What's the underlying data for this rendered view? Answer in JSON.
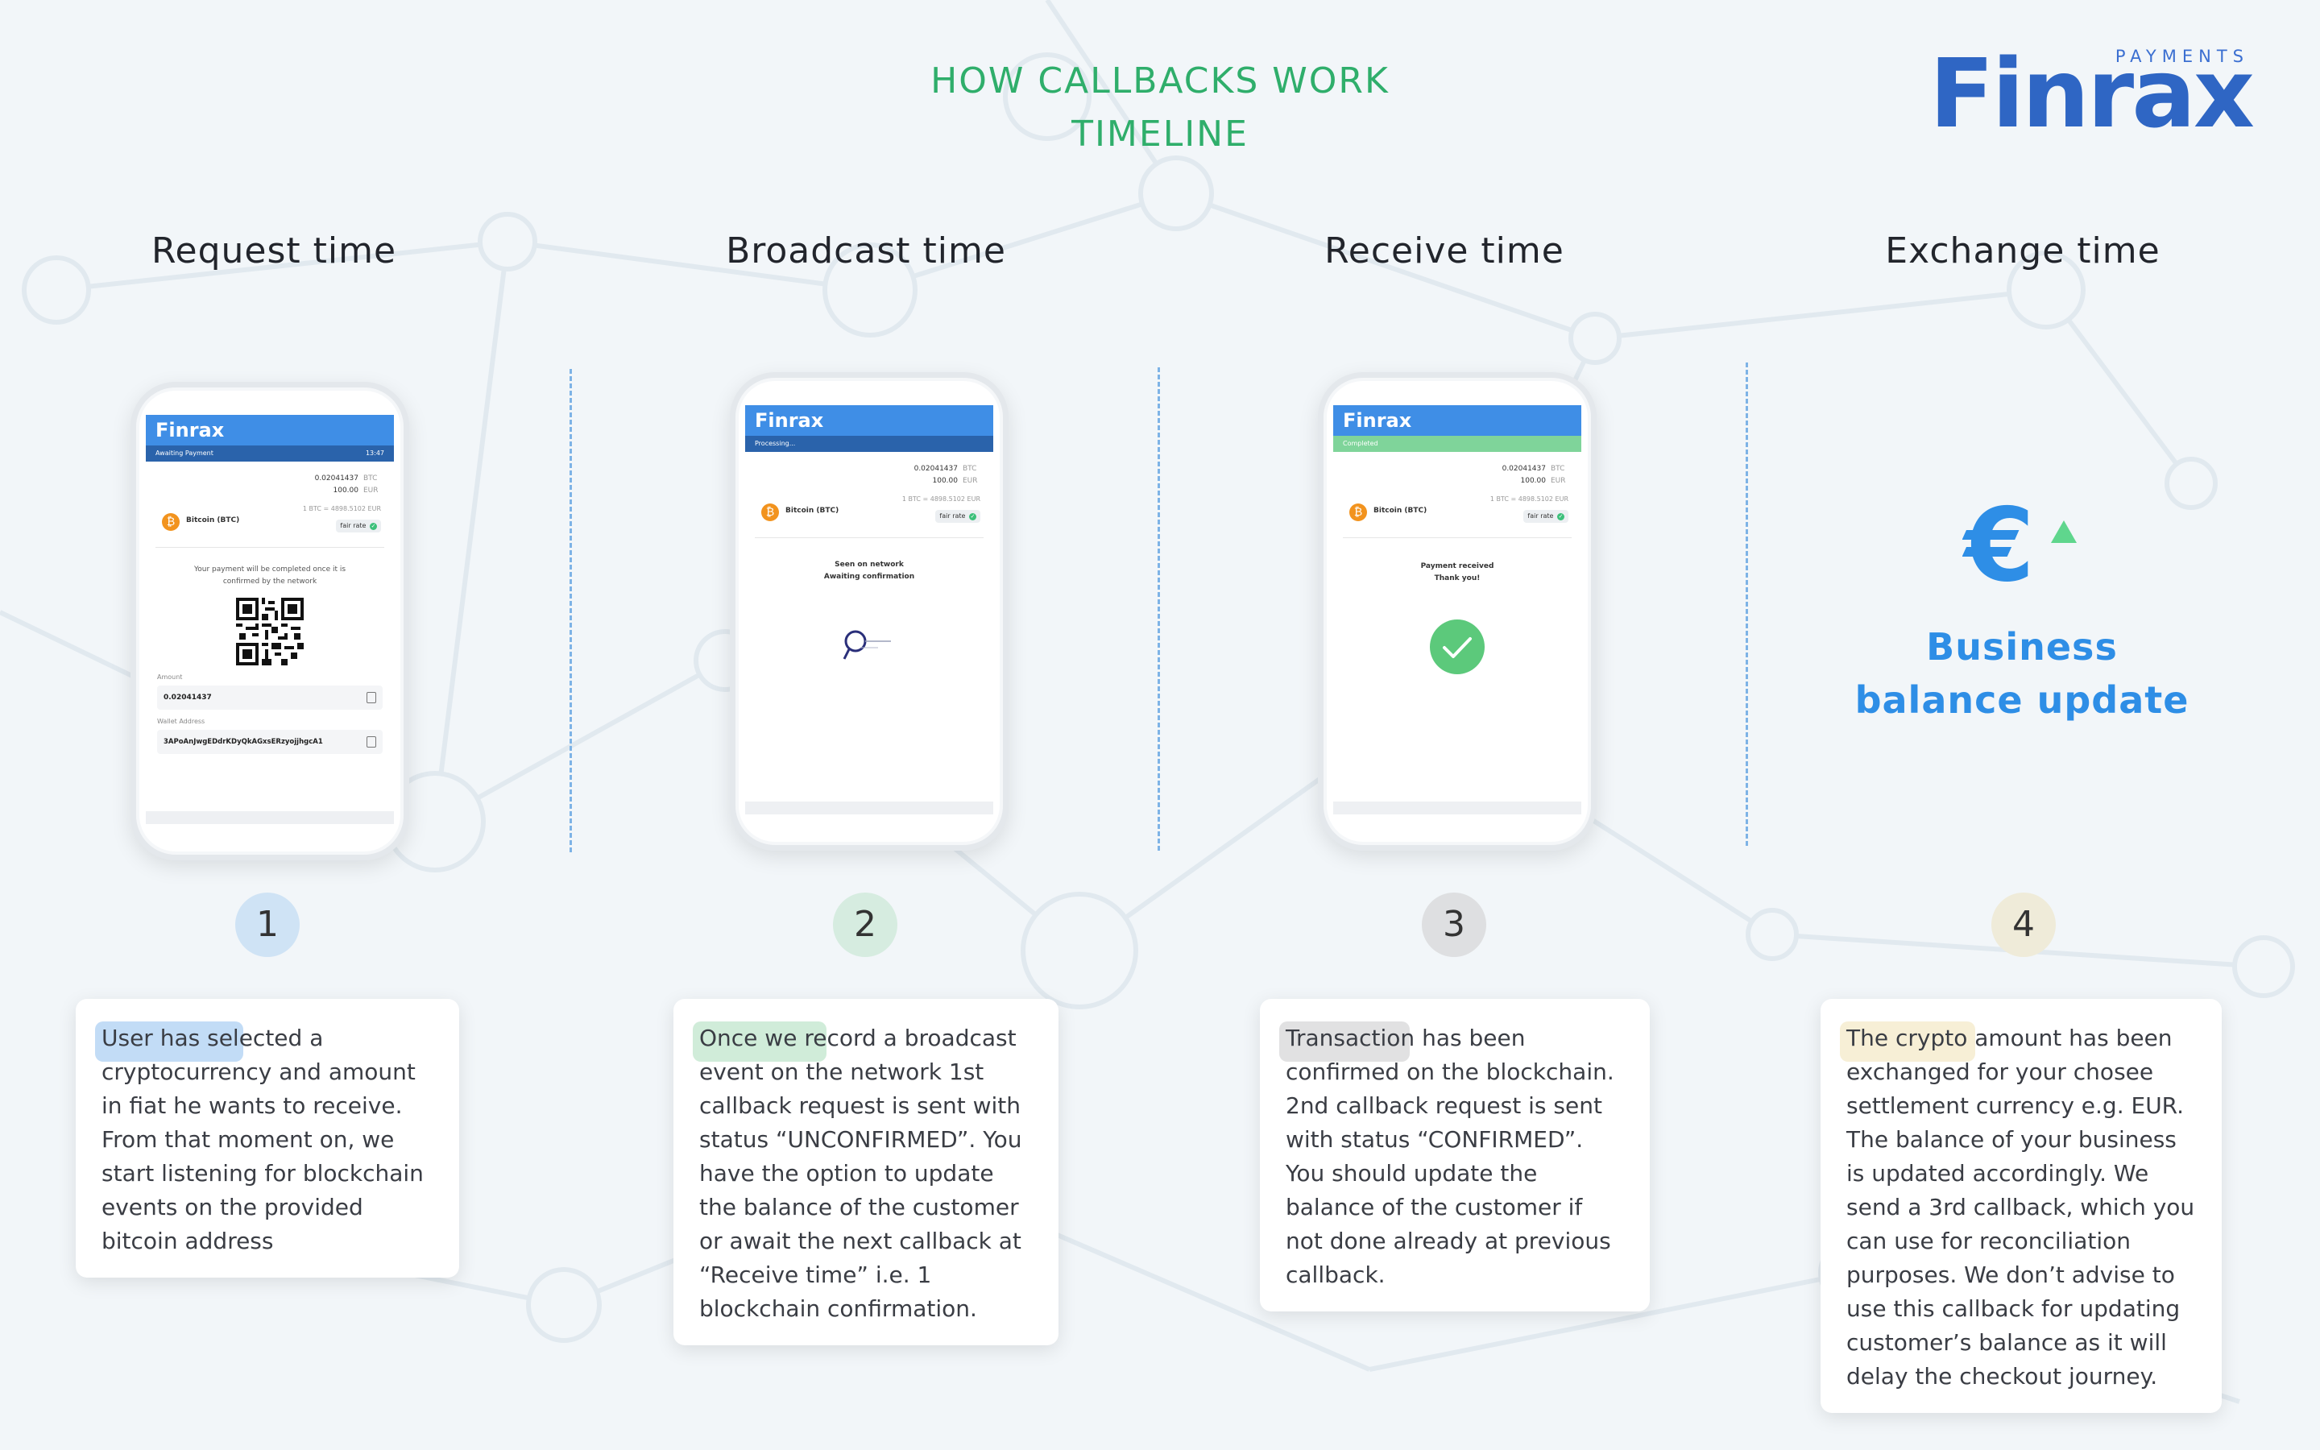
{
  "title": {
    "line1": "HOW CALLBACKS WORK",
    "line2": "TIMELINE"
  },
  "logo": {
    "subtitle": "PAYMENTS",
    "word": "Finrax"
  },
  "colors": {
    "accent_green": "#2fae6b",
    "brand_blue": "#2f66c4",
    "biz_blue": "#2e8ee6",
    "divider": "#7eb3e6"
  },
  "stages": [
    {
      "title": "Request time",
      "step": "1",
      "text": "User has selected a cryptocurrency and amount in fiat he wants to receive. From that moment on, we start listening for blockchain events on the provided bitcoin address"
    },
    {
      "title": "Broadcast time",
      "step": "2",
      "text": "Once we record a broadcast event on the network 1st callback request is sent with status “UNCONFIRMED”. You have the option to update the balance of the customer or await the next callback at “Receive time” i.e. 1 blockchain confirmation."
    },
    {
      "title": "Receive time",
      "step": "3",
      "text": "Transaction has been confirmed on the blockchain. 2nd callback request is sent with status “CONFIRMED”. You should update the balance of the customer if not done already at previous callback."
    },
    {
      "title": "Exchange time",
      "step": "4",
      "text": "The crypto amount has been exchanged for your chosee settlement currency e.g. EUR. The balance of your business is updated accordingly. We send a 3rd callback, which you can use for reconciliation purposes. We don’t advise to use this callback for updating customer’s balance as it will delay the checkout journey."
    }
  ],
  "phones": {
    "brand": "Finrax",
    "btc_amount": "0.02041437",
    "btc_cur": "BTC",
    "fiat_amount": "100.00",
    "fiat_cur": "EUR",
    "coin_name": "Bitcoin (BTC)",
    "rate": "1 BTC = 4898.5102 EUR",
    "fair": "fair rate",
    "p1": {
      "status": "Awaiting Payment",
      "time": "13:47",
      "note1": "Your payment will be completed once it is",
      "note2": "confirmed by the network",
      "amount_label": "Amount",
      "amount_value": "0.02041437",
      "wallet_label": "Wallet Address",
      "wallet_value": "3APoAnJwgEDdrKDyQkAGxsERzyojjhgcA1"
    },
    "p2": {
      "status": "Processing...",
      "msg1": "Seen on network",
      "msg2": "Awaiting confirmation"
    },
    "p3": {
      "status": "Completed",
      "msg1": "Payment received",
      "msg2": "Thank you!"
    }
  },
  "business": {
    "line1": "Business",
    "line2": "balance update",
    "icon": "euro-icon"
  }
}
